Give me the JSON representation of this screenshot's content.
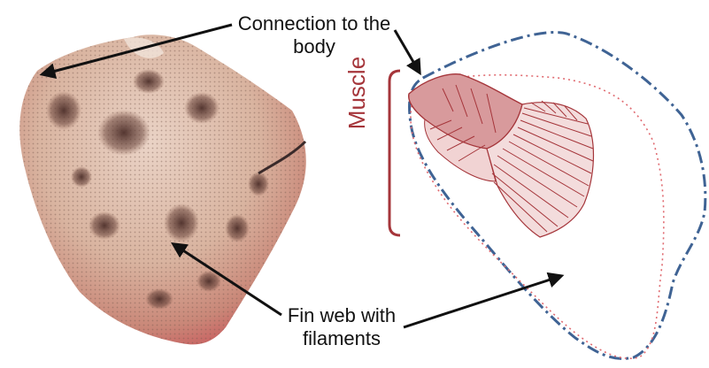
{
  "labels": {
    "connection_line1": "Connection to the",
    "connection_line2": "body",
    "fin_web_line1": "Fin web with",
    "fin_web_line2": "filaments",
    "muscle": "Muscle"
  },
  "colors": {
    "muscle_red": "#a5353a",
    "muscle_fill": "#d89a9c",
    "ray_fill": "#f3dcdc",
    "outline_blue": "#3f6394",
    "dotted_pink": "#e06a70",
    "arrow": "#111111",
    "skin": "#d9b4a0",
    "spot": "#5b3b33"
  }
}
